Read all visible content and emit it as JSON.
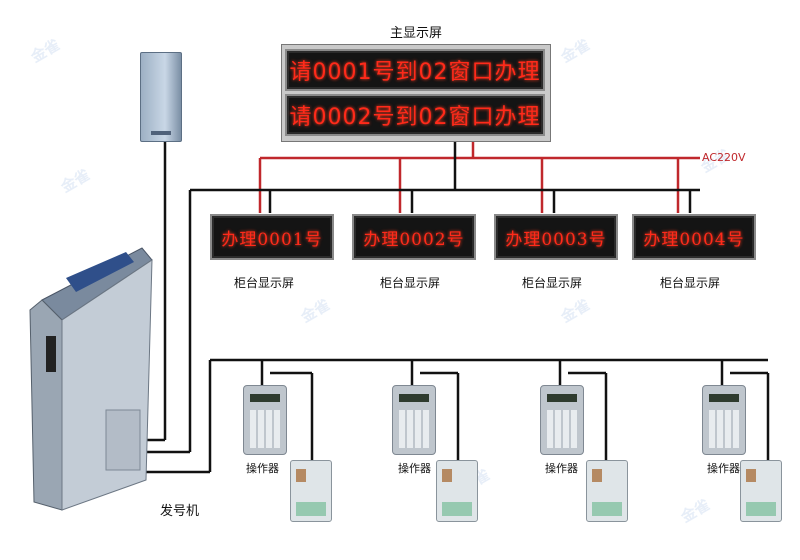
{
  "title": "主显示屏",
  "main_display": {
    "lines": [
      "请0001号到02窗口办理",
      "请0002号到02窗口办理"
    ]
  },
  "power_label": "AC220V",
  "counter_displays": [
    {
      "text": "办理0001号",
      "label": "柜台显示屏"
    },
    {
      "text": "办理0002号",
      "label": "柜台显示屏"
    },
    {
      "text": "办理0003号",
      "label": "柜台显示屏"
    },
    {
      "text": "办理0004号",
      "label": "柜台显示屏"
    }
  ],
  "ticket_machine_label": "发号机",
  "operator_label": "操作器",
  "watermark": "金雀",
  "colors": {
    "led_text": "#ff2a1a",
    "power_line": "#c0282c",
    "signal_line": "#111111"
  }
}
